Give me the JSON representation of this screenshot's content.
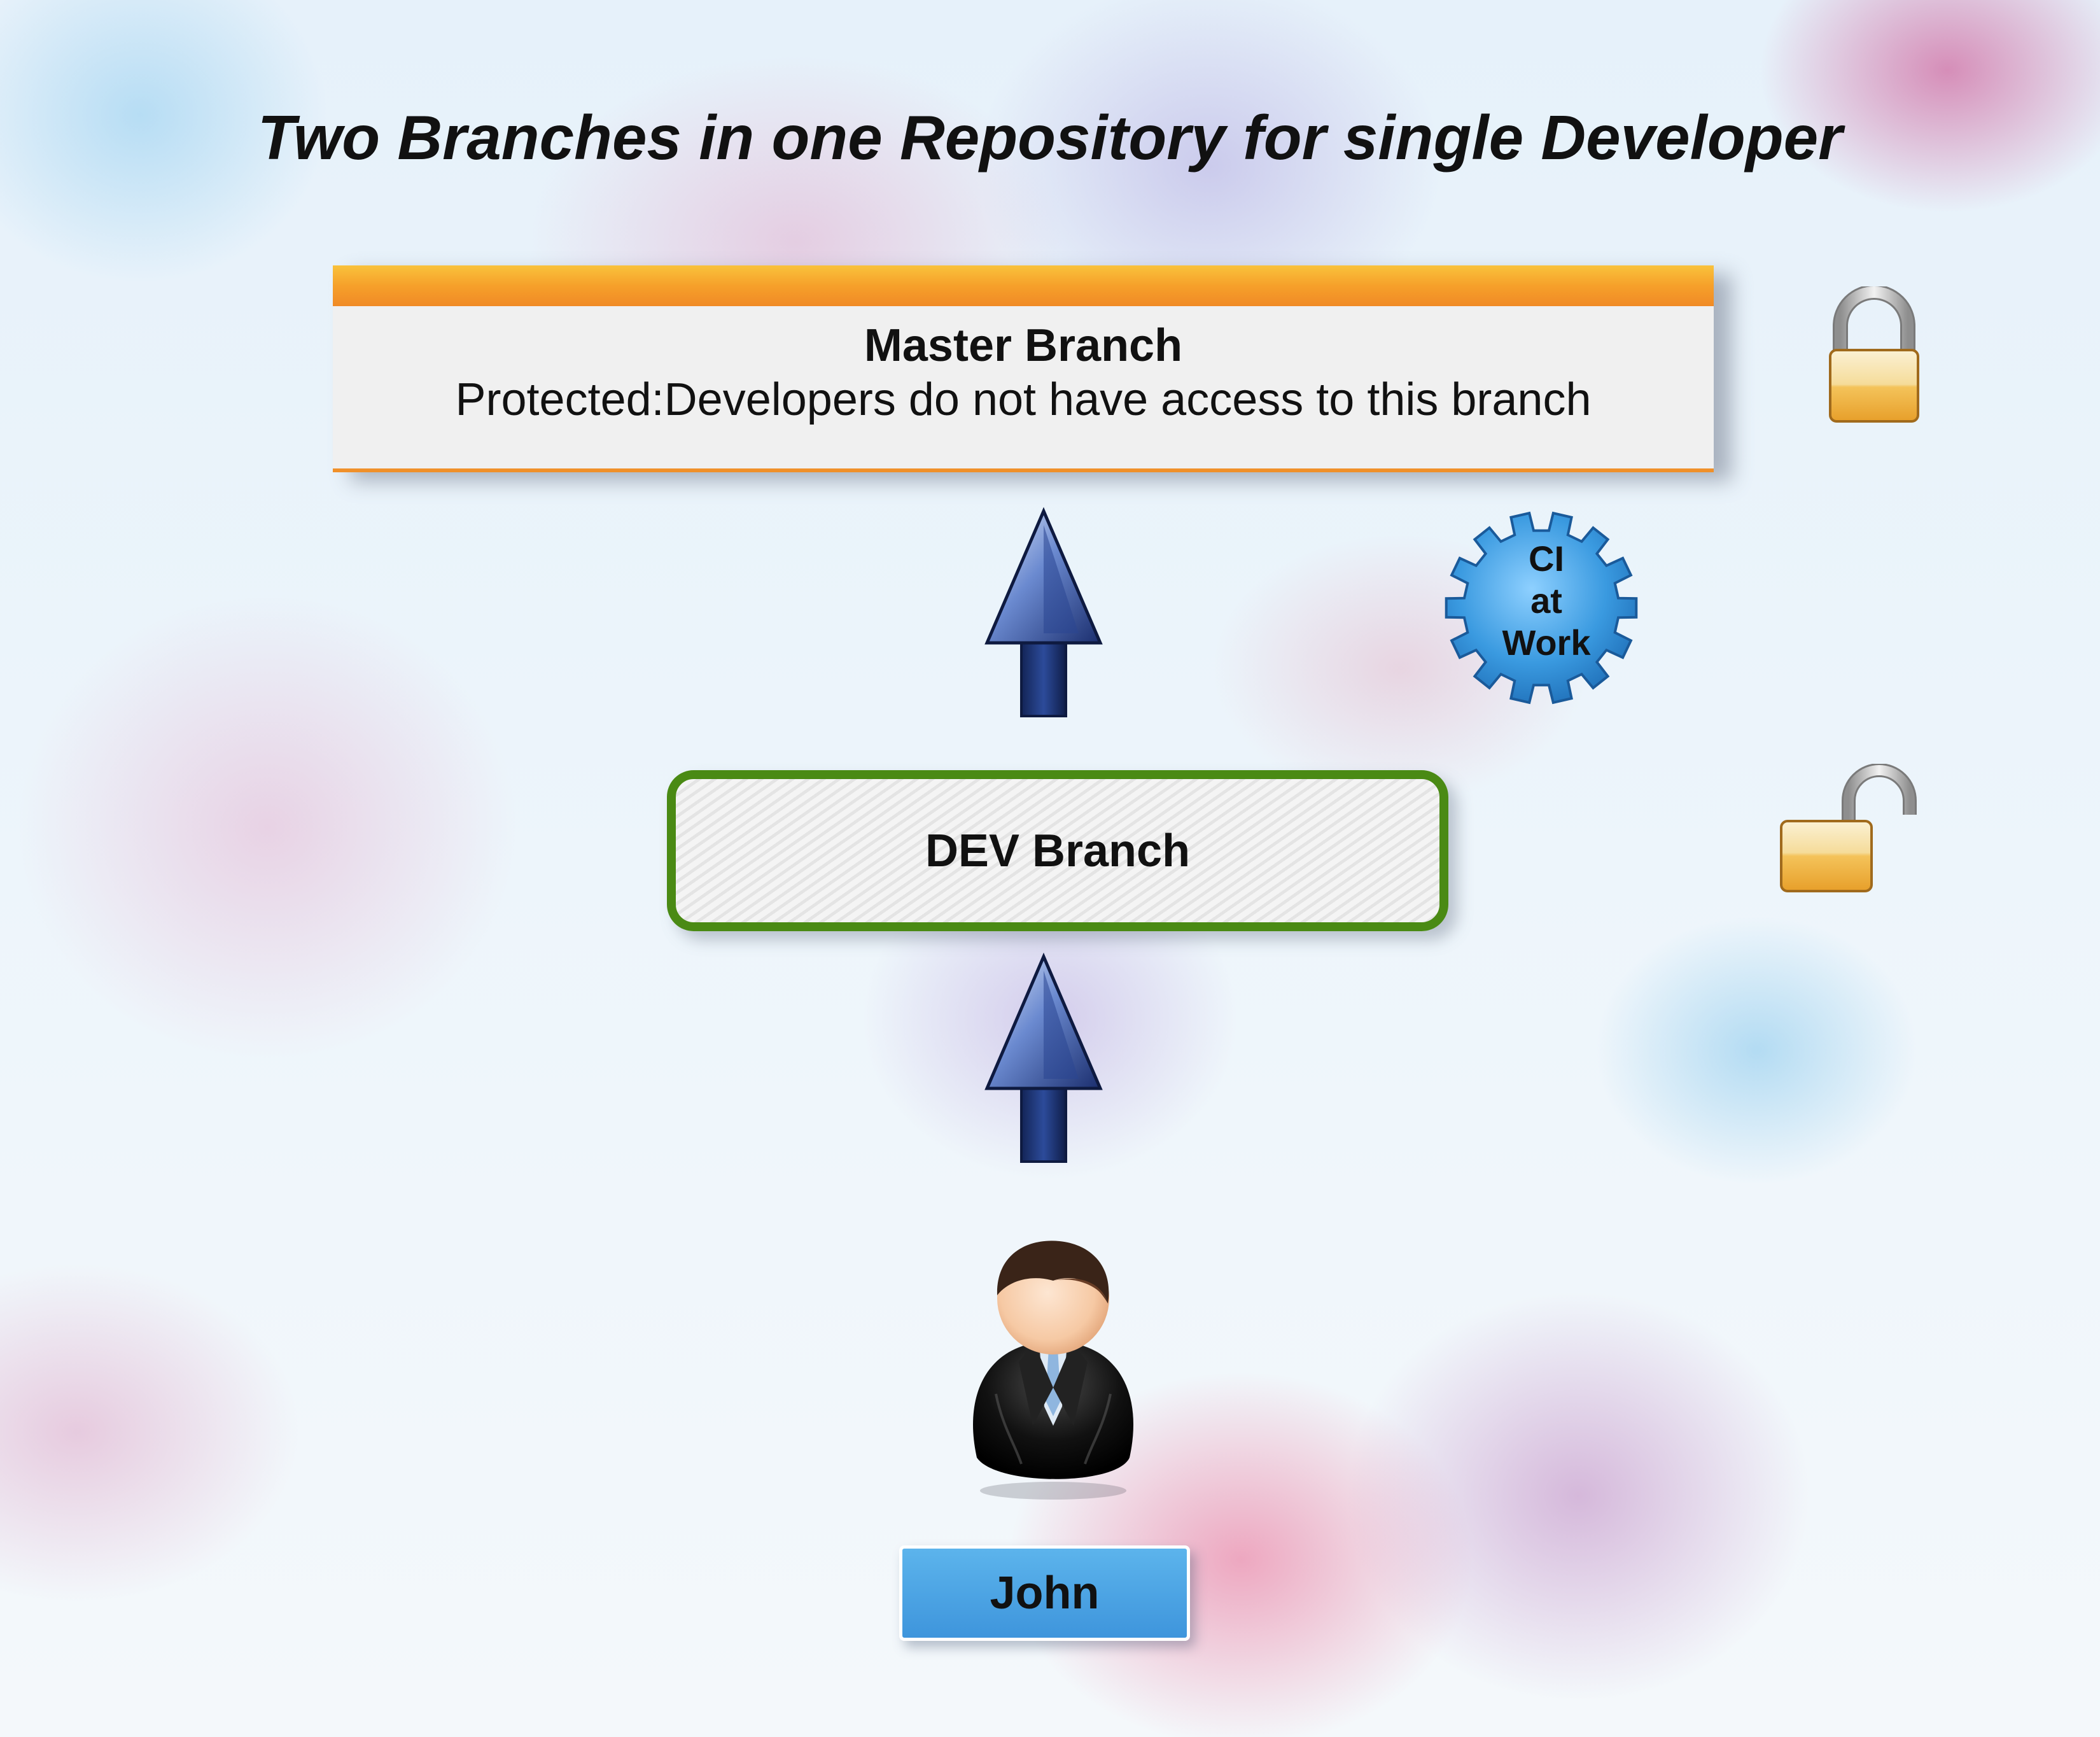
{
  "title": "Two Branches in one Repository for single Developer",
  "master": {
    "title": "Master Branch",
    "subtitle": "Protected:Developers do not have access to this branch"
  },
  "dev": {
    "label": "DEV Branch"
  },
  "ci": {
    "line1": "CI",
    "line2": "at",
    "line3": "Work"
  },
  "developer": {
    "name": "John"
  },
  "icons": {
    "master_lock": "locked-padlock-icon",
    "dev_lock": "unlocked-padlock-icon",
    "ci_badge": "gear-icon",
    "arrows": "up-arrow-icon",
    "person": "businessman-icon"
  },
  "colors": {
    "master_bar": "#f6a02a",
    "dev_border": "#4a8a14",
    "john_label_bg": "#4aa3e4",
    "ci_gear": "#3a9ae0",
    "arrow": "#1b2e6e"
  }
}
